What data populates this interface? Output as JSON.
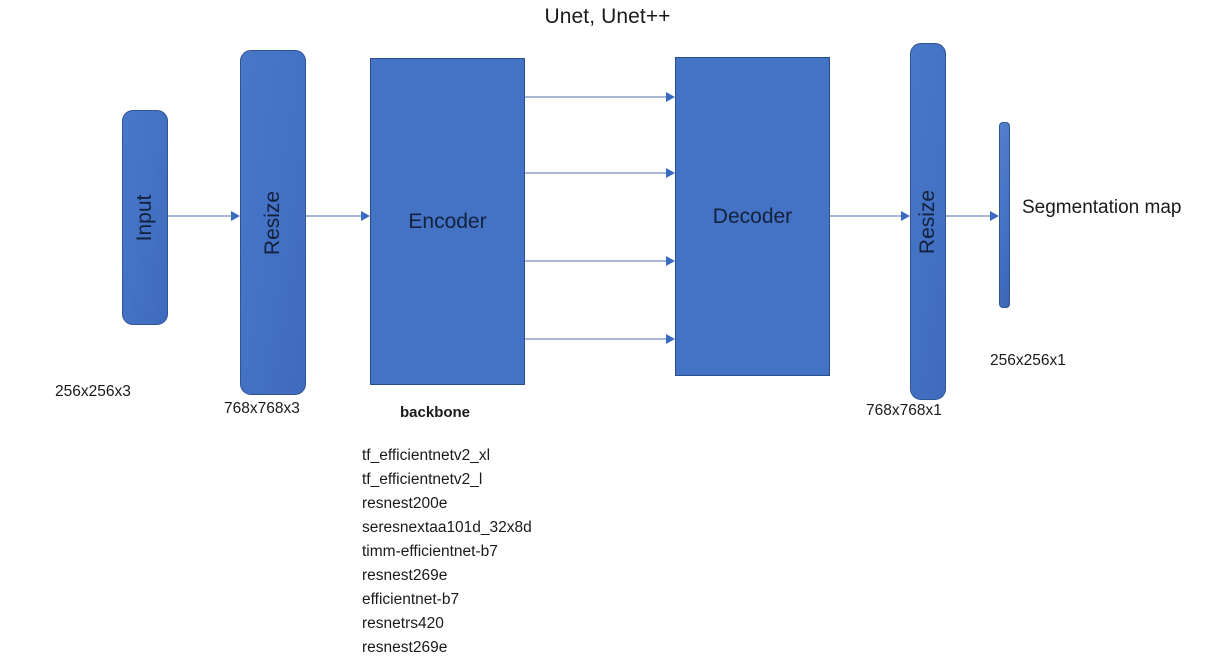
{
  "diagram": {
    "title": "Unet, Unet++",
    "accent_color": "#4472C4",
    "connector_color": "#A9B6D6",
    "arrow_color": "#3A6BC0"
  },
  "blocks": [
    {
      "id": "input",
      "label": "Input",
      "orientation": "vertical",
      "shape": "rounded"
    },
    {
      "id": "resize_in",
      "label": "Resize",
      "orientation": "vertical",
      "shape": "rounded"
    },
    {
      "id": "encoder",
      "label": "Encoder",
      "orientation": "horizontal",
      "shape": "rect"
    },
    {
      "id": "decoder",
      "label": "Decoder",
      "orientation": "horizontal",
      "shape": "rect"
    },
    {
      "id": "resize_out",
      "label": "Resize",
      "orientation": "vertical",
      "shape": "rounded"
    },
    {
      "id": "output",
      "label": "",
      "orientation": "none",
      "shape": "thinbar"
    }
  ],
  "captions": {
    "input_shape": "256x256x3",
    "resize_in_shape": "768x768x3",
    "backbone_heading": "backbone",
    "resize_out_shape": "768x768x1",
    "output_shape": "256x256x1",
    "segmentation_map": "Segmentation map"
  },
  "backbones": [
    "tf_efficientnetv2_xl",
    "tf_efficientnetv2_l",
    "resnest200e",
    "seresnextaa101d_32x8d",
    "timm-efficientnet-b7",
    "resnest269e",
    "efficientnet-b7",
    "resnetrs420",
    "resnest269e"
  ],
  "skip_connections": {
    "count": 4,
    "from": "encoder",
    "to": "decoder"
  }
}
